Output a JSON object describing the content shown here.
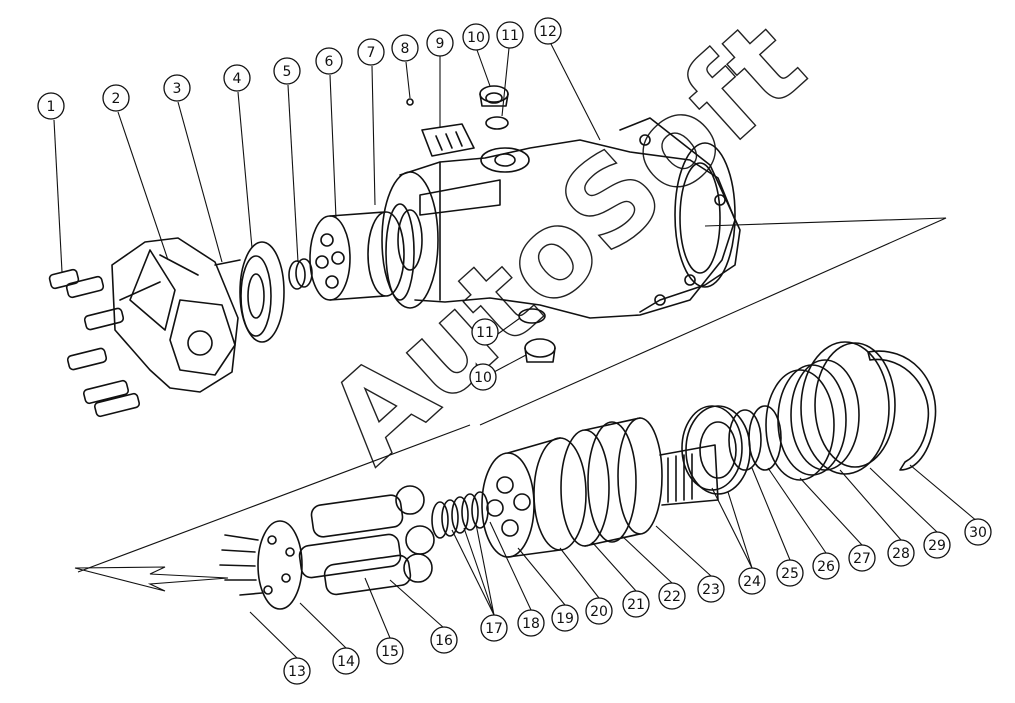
{
  "watermark": "AutoSoft",
  "labels": [
    "1",
    "2",
    "3",
    "4",
    "5",
    "6",
    "7",
    "8",
    "9",
    "10",
    "11",
    "12",
    "11",
    "10",
    "13",
    "14",
    "15",
    "16",
    "17",
    "18",
    "19",
    "20",
    "21",
    "22",
    "23",
    "24",
    "25",
    "26",
    "27",
    "28",
    "29",
    "30"
  ]
}
